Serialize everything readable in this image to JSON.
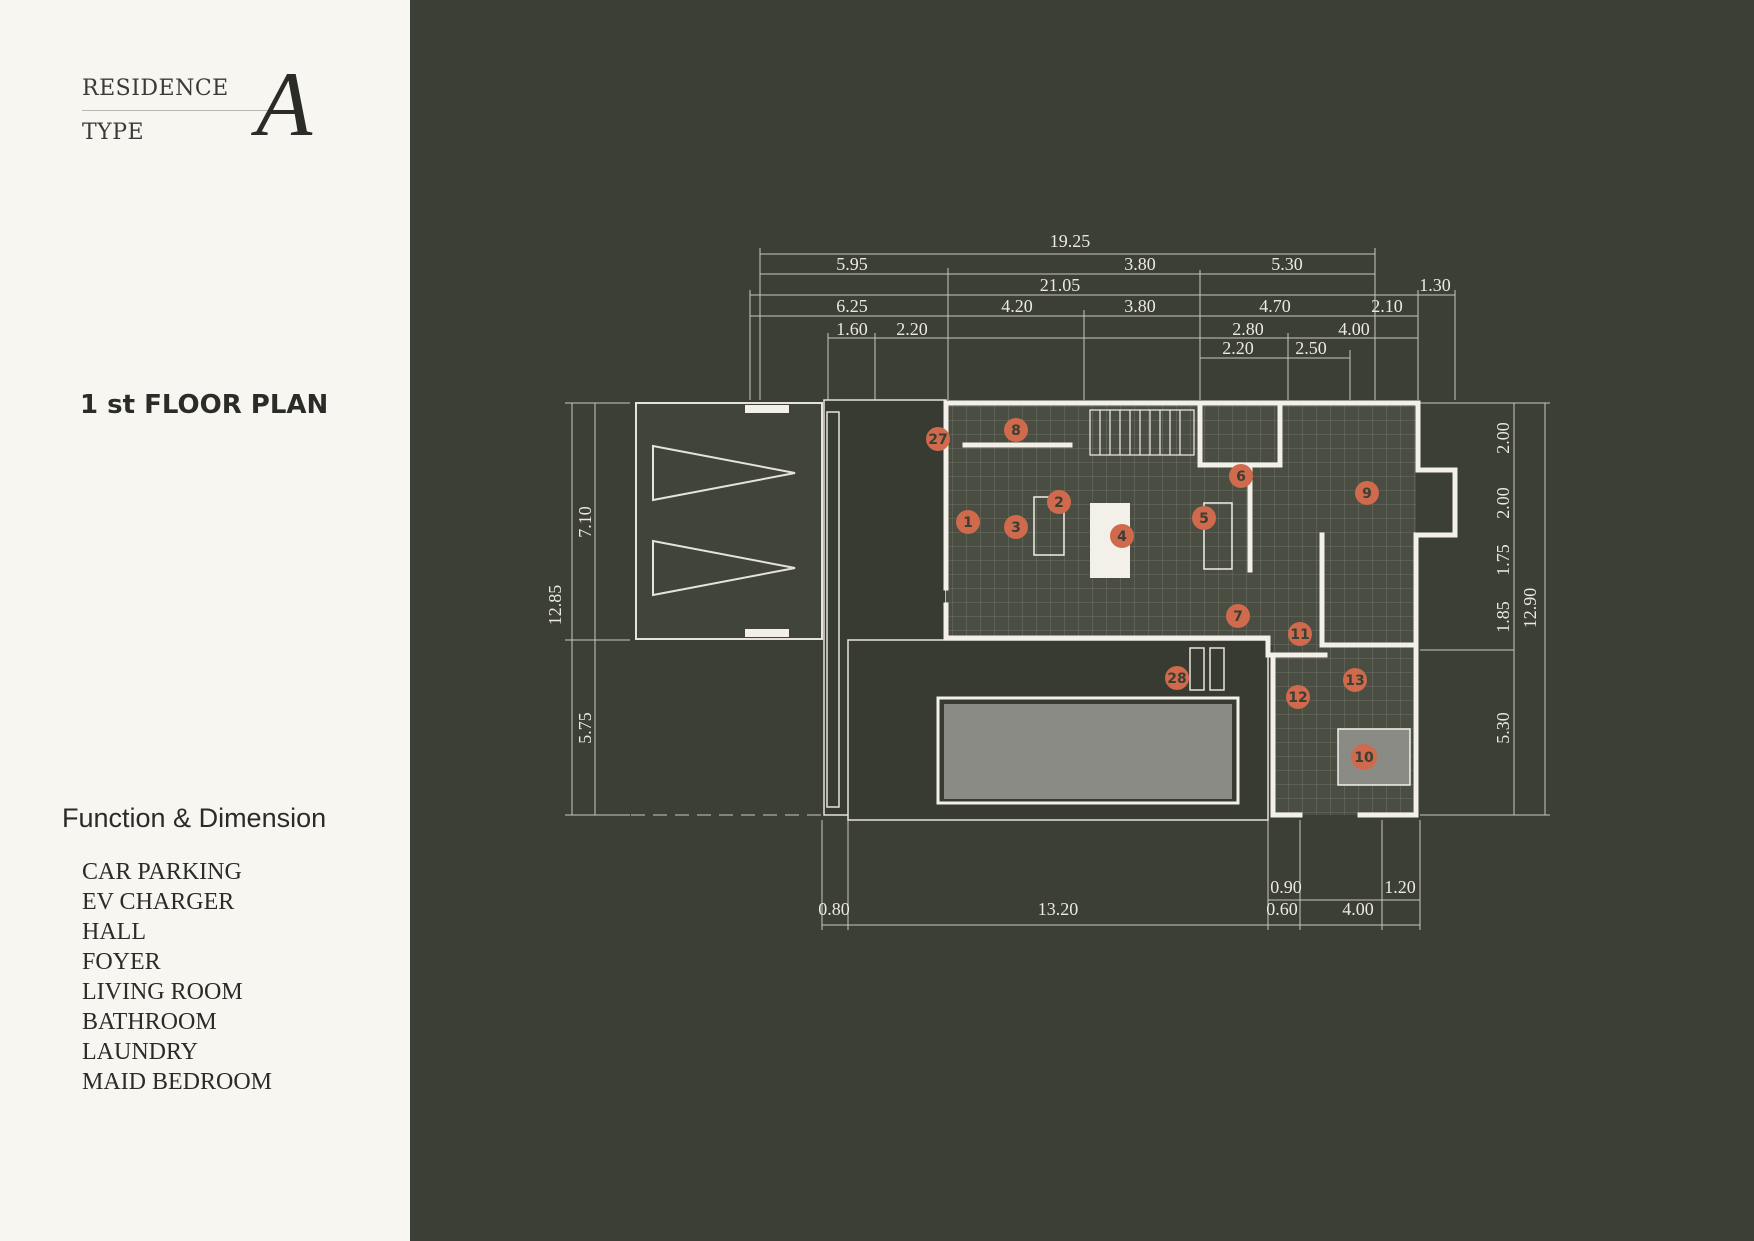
{
  "header": {
    "residence_label": "RESIDENCE",
    "type_label": "TYPE",
    "type_letter": "A"
  },
  "plan_title": "1 st FLOOR PLAN",
  "function_section": {
    "title": "Function & Dimension",
    "items": [
      "CAR PARKING",
      "EV CHARGER",
      "HALL",
      "FOYER",
      "LIVING ROOM",
      "BATHROOM",
      "LAUNDRY",
      "MAID BEDROOM"
    ]
  },
  "dimensions": {
    "top": {
      "r1": [
        "19.25"
      ],
      "r2": [
        "5.95",
        "3.80",
        "5.30"
      ],
      "r3": [
        "21.05",
        "1.30"
      ],
      "r4": [
        "6.25",
        "4.20",
        "3.80",
        "4.70",
        "2.10"
      ],
      "r5": [
        "1.60",
        "2.20",
        "2.80",
        "4.00"
      ],
      "r6": [
        "2.20",
        "2.50"
      ]
    },
    "left": [
      "7.10",
      "12.85",
      "5.75"
    ],
    "right": [
      "2.00",
      "2.00",
      "1.75",
      "1.85",
      "5.30",
      "12.90"
    ],
    "bottom": [
      "0.80",
      "13.20",
      "0.90",
      "0.60",
      "4.00",
      "1.20"
    ]
  },
  "room_markers": [
    "1",
    "2",
    "3",
    "4",
    "5",
    "6",
    "7",
    "8",
    "9",
    "10",
    "11",
    "12",
    "13",
    "27",
    "28"
  ],
  "colors": {
    "panel": "#f7f6f1",
    "background": "#3c3f35",
    "wall": "#f2f0e8",
    "marker": "#cf6a4c",
    "pool": "#8b8b86"
  }
}
